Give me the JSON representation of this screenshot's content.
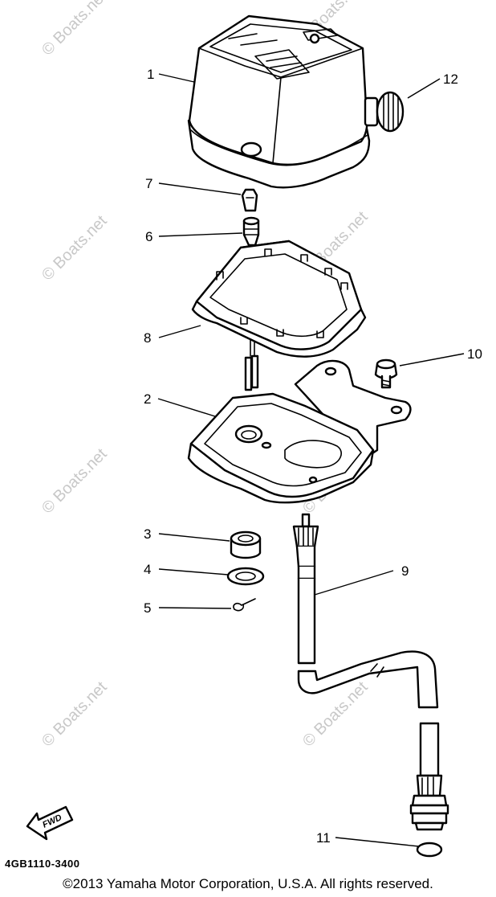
{
  "watermark": "© Boats.net",
  "callouts": [
    "1",
    "2",
    "3",
    "4",
    "5",
    "6",
    "7",
    "8",
    "9",
    "10",
    "11",
    "12"
  ],
  "fwd_label": "FWD",
  "drawing_code": "4GB1110-3400",
  "copyright": "©2013 Yamaha Motor Corporation, U.S.A. All rights reserved."
}
